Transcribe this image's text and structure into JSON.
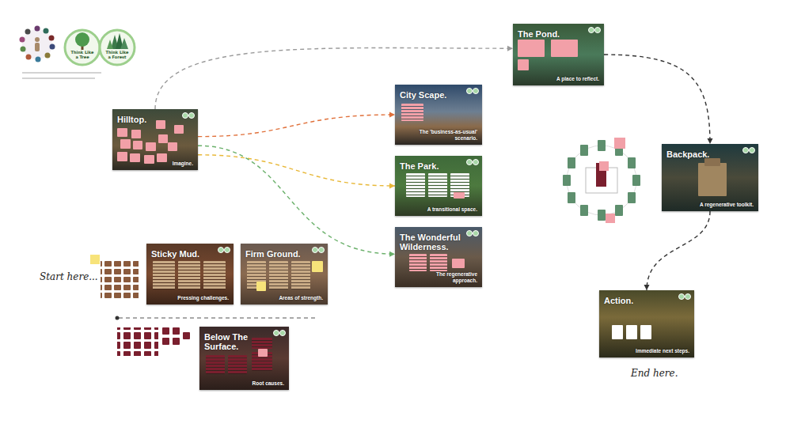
{
  "diagram": {
    "nodes": [
      {
        "text": [
          "Hilltop.",
          "Imagine."
        ]
      },
      {
        "text": [
          "The Pond.",
          "A place to reflect."
        ]
      },
      {
        "text": [
          "City Scape.",
          "The 'business-as-usual' scenario."
        ]
      },
      {
        "text": [
          "The Park.",
          "A transitional space."
        ]
      },
      {
        "text": [
          "The Wonderful Wilderness.",
          "The regenerative approach."
        ]
      },
      {
        "text": [
          "Backpack.",
          "A regenerative toolkit."
        ]
      },
      {
        "text": [
          "Sticky Mud.",
          "Pressing challenges."
        ]
      },
      {
        "text": [
          "Firm Ground.",
          "Areas of strength."
        ]
      },
      {
        "text": [
          "Below The Surface.",
          "Root causes."
        ]
      },
      {
        "text": [
          "Action.",
          "Immediate next steps."
        ]
      }
    ],
    "edges": [
      {
        "from": 0,
        "to": 1,
        "arrow": "to"
      },
      {
        "from": 0,
        "to": 2,
        "arrow": "to"
      },
      {
        "from": 0,
        "to": 3,
        "arrow": "to"
      },
      {
        "from": 0,
        "to": 4,
        "arrow": "to"
      },
      {
        "from": 1,
        "to": 5,
        "arrow": "to"
      },
      {
        "from": 5,
        "to": 9,
        "arrow": "to"
      }
    ],
    "labels": [
      "Start here...",
      "End here.",
      "Think Like a Tree",
      "Think Like a Forest"
    ]
  }
}
